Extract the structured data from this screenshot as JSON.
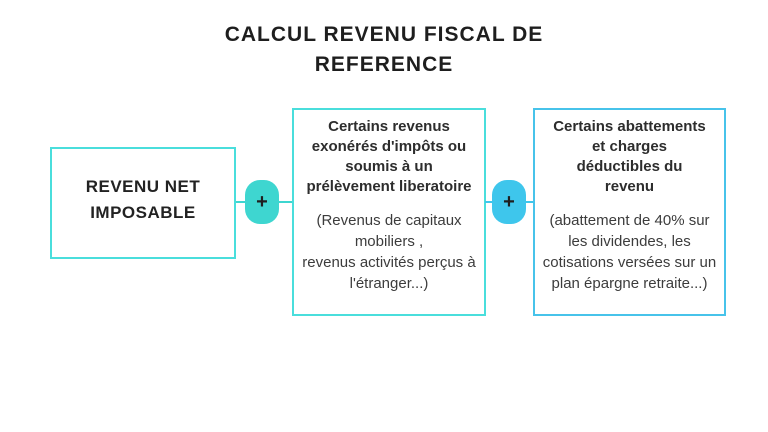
{
  "title": "CALCUL REVENU FISCAL DE\nREFERENCE",
  "colors": {
    "turquoise": "#3ed6d0",
    "turquoise_border": "#4adedc",
    "blue": "#3ec6ec",
    "blue_border": "#47c3ea",
    "title_text": "#1e1e1e",
    "body_text": "#3c3c3c"
  },
  "diagram": {
    "box1": {
      "label": "REVENU NET\nIMPOSABLE"
    },
    "operator1": "+",
    "box2": {
      "heading": "Certains revenus\nexonérés d'impôts ou\nsoumis à un\nprélèvement liberatoire",
      "detail": "(Revenus de capitaux\nmobiliers ,\nrevenus activités perçus à\nl'étranger...)"
    },
    "operator2": "+",
    "box3": {
      "heading": "Certains abattements\net charges\ndéductibles du\nrevenu",
      "detail": "(abattement de 40% sur\nles dividendes, les\ncotisations versées sur un\nplan épargne retraite...)"
    }
  }
}
